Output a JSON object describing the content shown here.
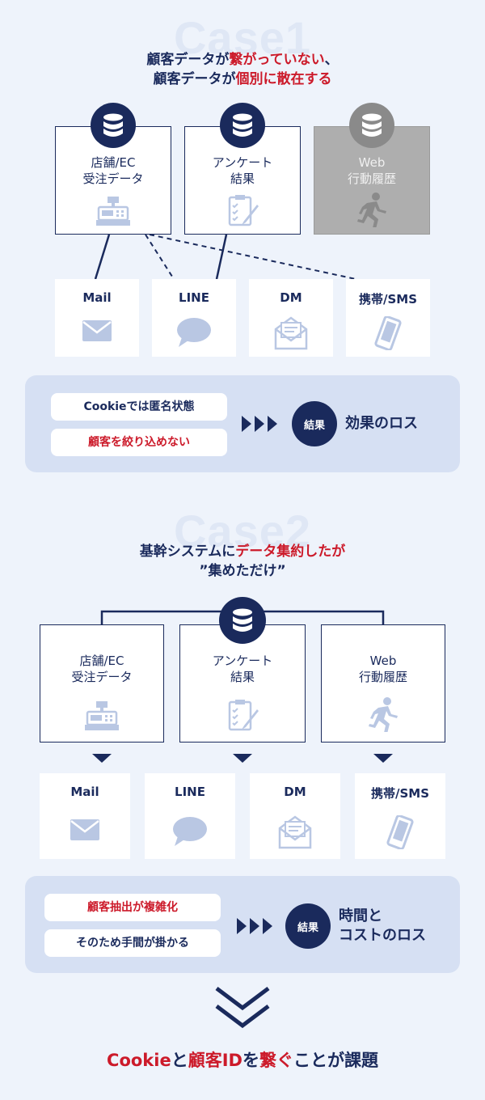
{
  "case1": {
    "bg_label": "Case1",
    "headline_l1_a": "顧客データが",
    "headline_l1_b": "繋がっていない",
    "headline_l1_c": "、",
    "headline_l2_a": "顧客データが",
    "headline_l2_b": "個別に散在する",
    "sources": [
      {
        "label_l1": "店舗/EC",
        "label_l2": "受注データ",
        "icon": "cash-register-icon"
      },
      {
        "label_l1": "アンケート",
        "label_l2": "結果",
        "icon": "clipboard-icon"
      },
      {
        "label_l1": "Web",
        "label_l2": "行動履歴",
        "icon": "running-person-icon"
      }
    ],
    "channels": [
      {
        "label": "Mail",
        "icon": "mail-icon"
      },
      {
        "label": "LINE",
        "icon": "chat-bubble-icon"
      },
      {
        "label": "DM",
        "icon": "open-envelope-icon"
      },
      {
        "label": "携帯/SMS",
        "icon": "smartphone-icon"
      }
    ],
    "issues": [
      "Cookieでは匿名状態",
      "顧客を絞り込めない"
    ],
    "result_badge": "結果",
    "result_l1": "効果のロス"
  },
  "case2": {
    "bg_label": "Case2",
    "headline_l1_a": "基幹システムに",
    "headline_l1_b": "データ集約したが",
    "headline_l2": "”集めただけ”",
    "sources": [
      {
        "label_l1": "店舗/EC",
        "label_l2": "受注データ",
        "icon": "cash-register-icon"
      },
      {
        "label_l1": "アンケート",
        "label_l2": "結果",
        "icon": "clipboard-icon"
      },
      {
        "label_l1": "Web",
        "label_l2": "行動履歴",
        "icon": "running-person-icon"
      }
    ],
    "channels": [
      {
        "label": "Mail",
        "icon": "mail-icon"
      },
      {
        "label": "LINE",
        "icon": "chat-bubble-icon"
      },
      {
        "label": "DM",
        "icon": "open-envelope-icon"
      },
      {
        "label": "携帯/SMS",
        "icon": "smartphone-icon"
      }
    ],
    "issues": [
      "顧客抽出が複雑化",
      "そのため手間が掛かる"
    ],
    "result_badge": "結果",
    "result_l1": "時間と",
    "result_l2": "コストのロス"
  },
  "conclusion": {
    "part_a": "Cookie",
    "part_b": "と",
    "part_c": "顧客ID",
    "part_d": "を",
    "part_e": "繋ぐ",
    "part_f": "ことが課題"
  },
  "colors": {
    "navy": "#1a2a5c",
    "red": "#cc1a2a",
    "panel": "#d6e0f3",
    "icon": "#b9c7e3",
    "gray": "#aeaeae"
  }
}
